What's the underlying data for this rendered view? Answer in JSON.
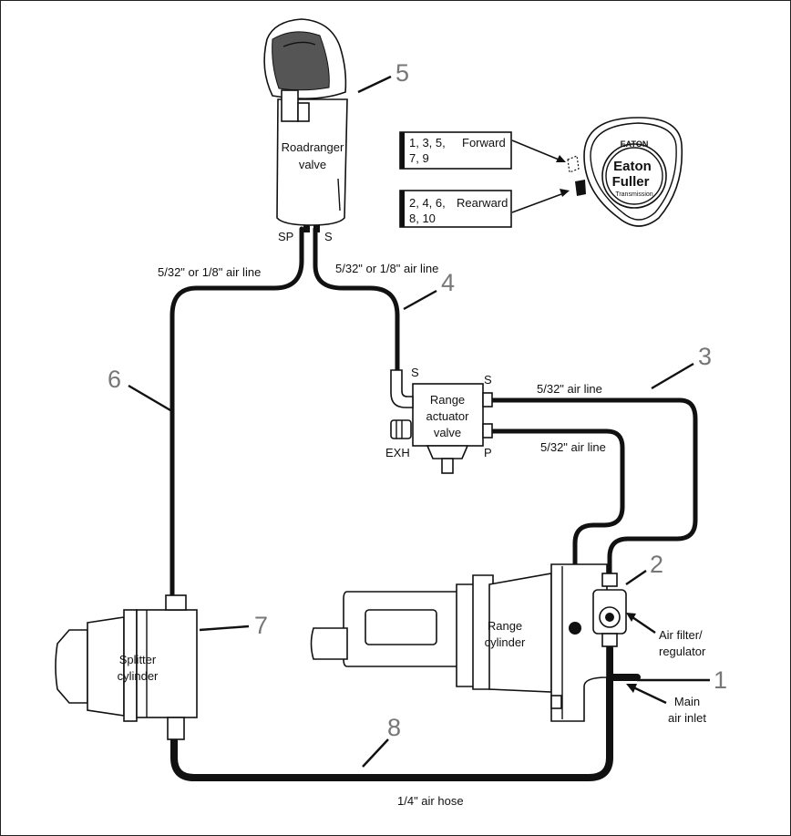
{
  "roadranger_valve": {
    "line1": "Roadranger",
    "line2": "valve",
    "port_sp": "SP",
    "port_s": "S"
  },
  "range_actuator": {
    "line1": "Range",
    "line2": "actuator",
    "line3": "valve",
    "port_s_left": "S",
    "port_s_right": "S",
    "port_exh": "EXH",
    "port_p": "P"
  },
  "range_cylinder": {
    "line1": "Range",
    "line2": "cylinder"
  },
  "splitter_cylinder": {
    "line1": "Splitter",
    "line2": "cylinder"
  },
  "air_filter": {
    "line1": "Air filter/",
    "line2": "regulator"
  },
  "main_air_inlet": {
    "line1": "Main",
    "line2": "air inlet"
  },
  "lines": {
    "sp_line": "5/32\" or 1/8\" air line",
    "s_line": "5/32\" or 1/8\" air line",
    "range_s_line": "5/32\" air line",
    "range_p_line": "5/32\" air line",
    "splitter_hose": "1/4\" air hose"
  },
  "callouts": [
    "1",
    "2",
    "3",
    "4",
    "5",
    "6",
    "7",
    "8"
  ],
  "shift_pattern": {
    "forward": {
      "gears_line1": "1, 3, 5,",
      "gears_line2": "7, 9",
      "label": "Forward"
    },
    "rearward": {
      "gears_line1": "2, 4, 6,",
      "gears_line2": "8, 10",
      "label": "Rearward"
    }
  },
  "badge": {
    "brand_top": "EATON",
    "line1": "Eaton",
    "line2": "Fuller",
    "line3": "Transmission"
  }
}
